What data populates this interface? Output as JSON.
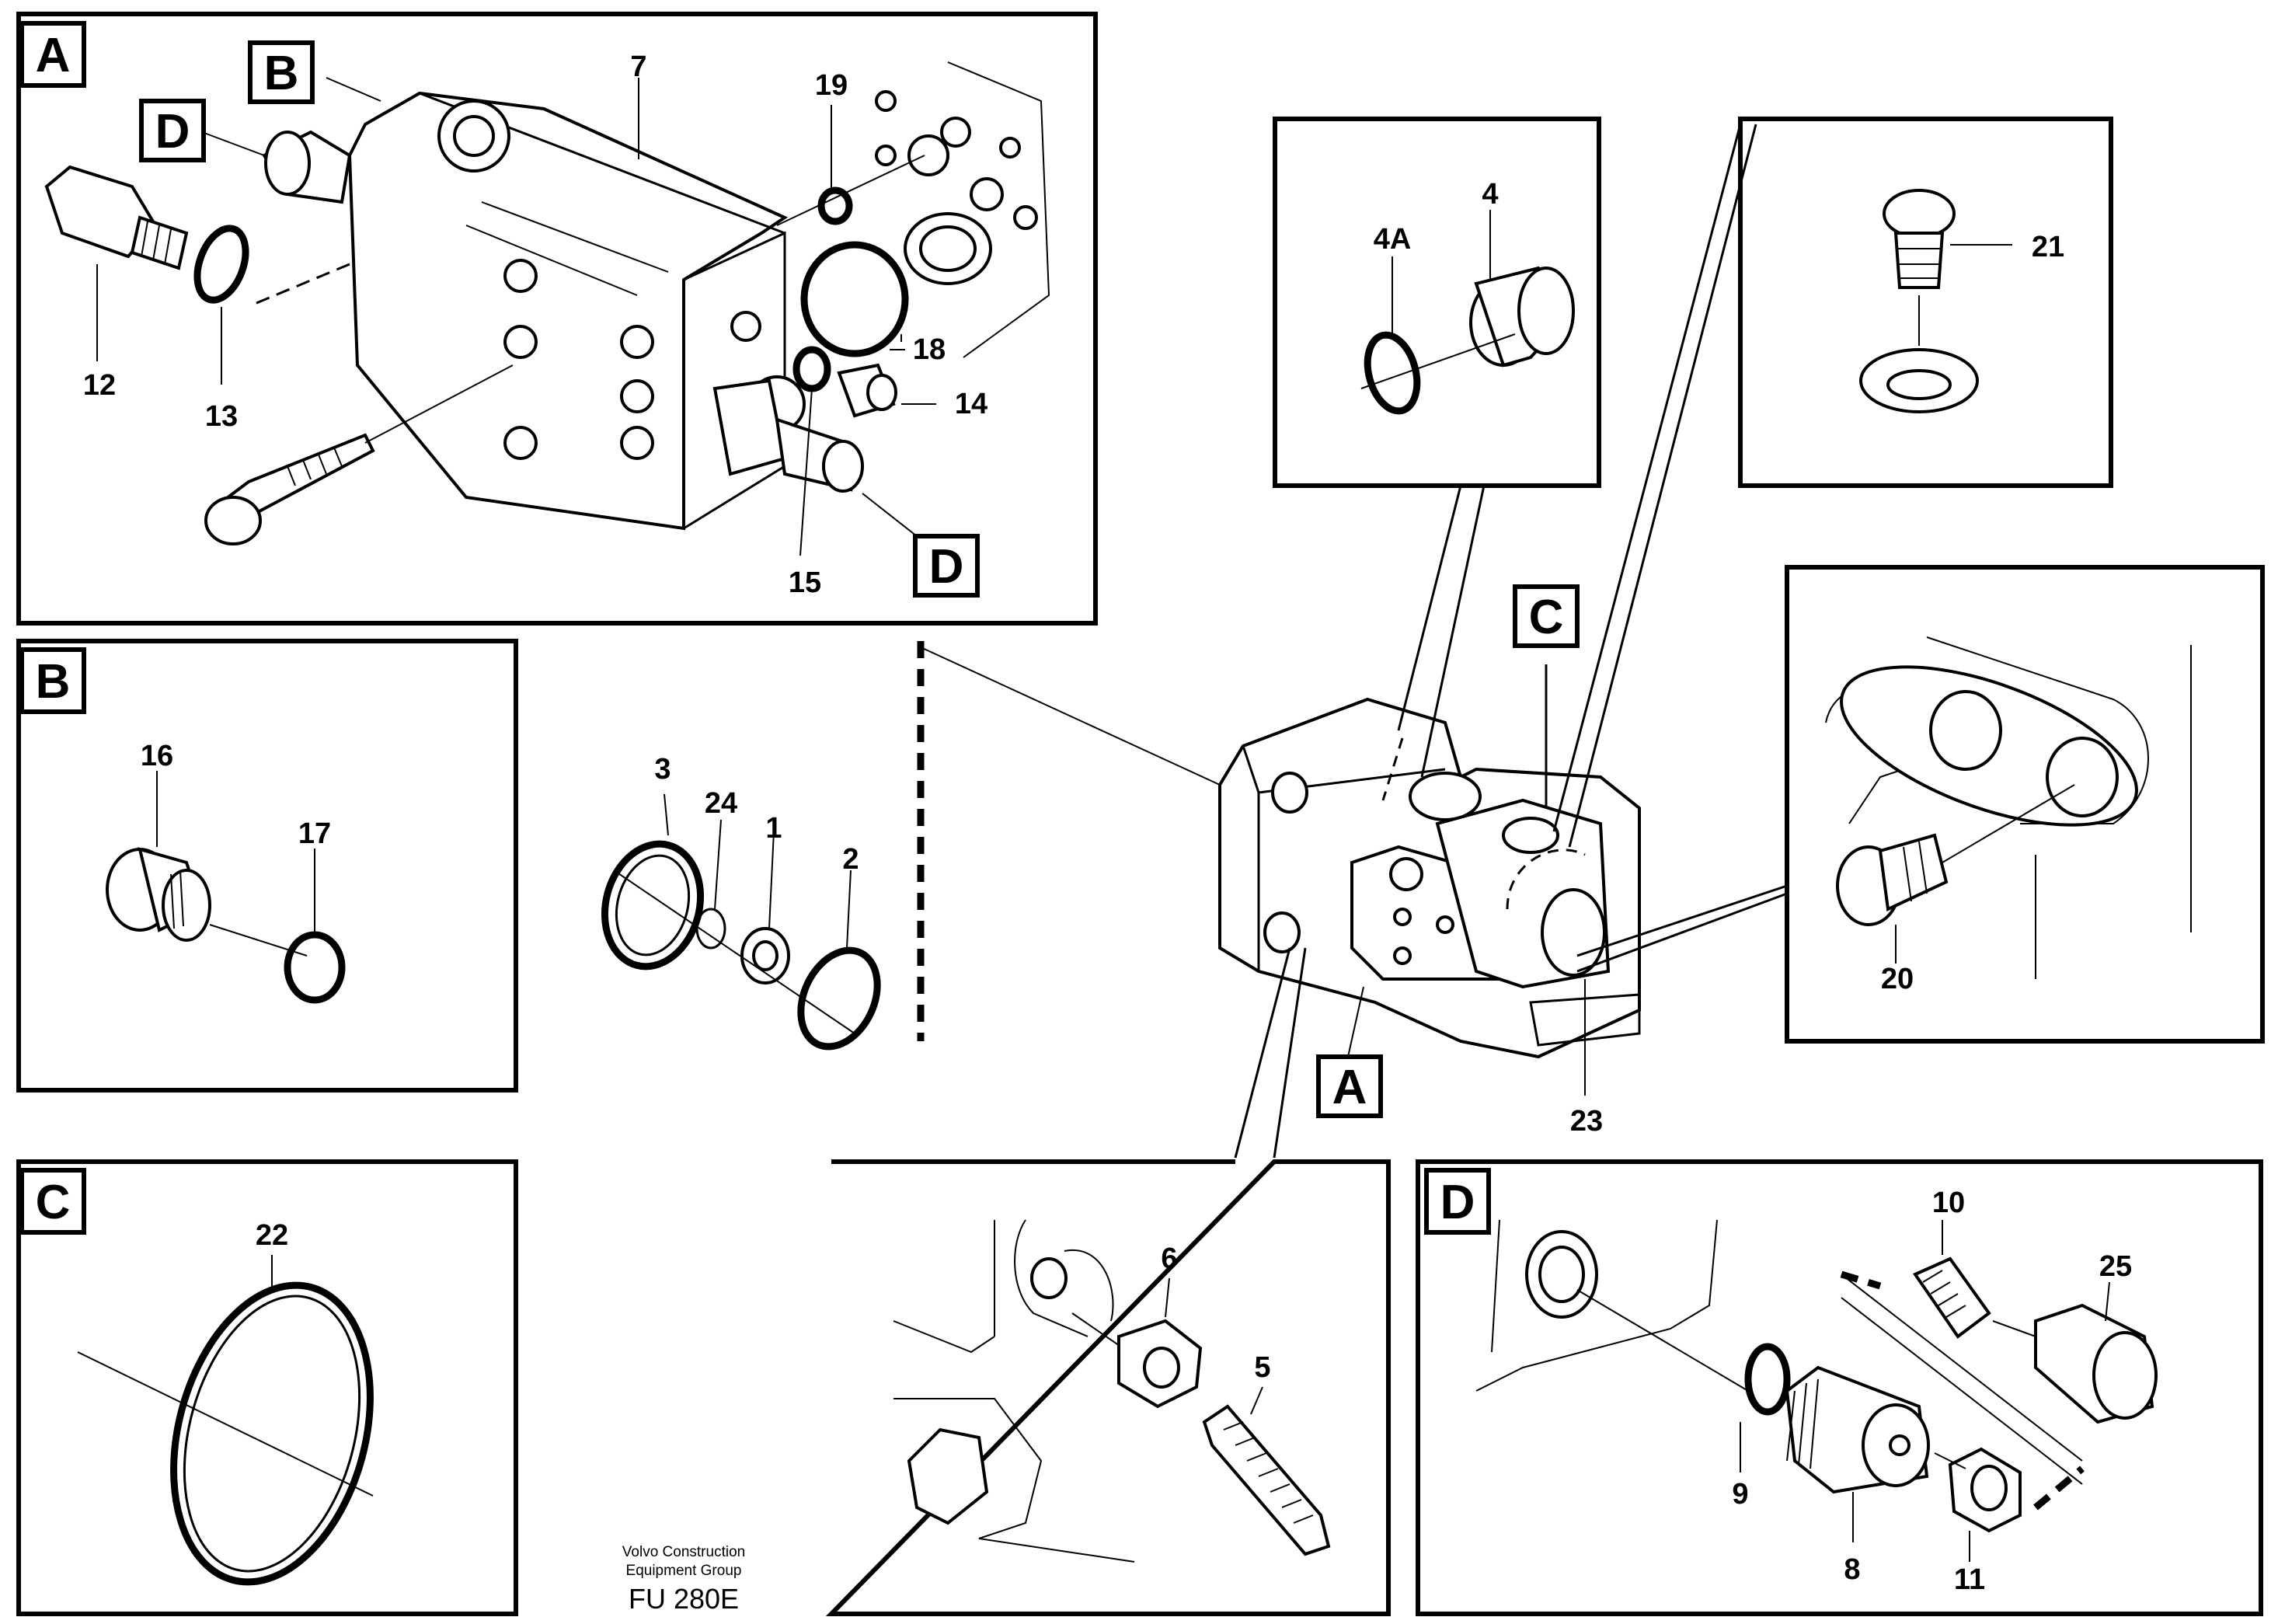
{
  "panels": {
    "A": {
      "tag": "A",
      "callouts": [
        "B",
        "D",
        "D"
      ],
      "parts": [
        "7",
        "19",
        "12",
        "13",
        "18",
        "14",
        "15"
      ]
    },
    "B": {
      "tag": "B",
      "parts": [
        "16",
        "17"
      ]
    },
    "C": {
      "tag": "C",
      "parts": [
        "22"
      ]
    },
    "D": {
      "tag": "D",
      "parts": [
        "10",
        "25",
        "9",
        "8",
        "11"
      ]
    },
    "center": {
      "parts": [
        "3",
        "24",
        "1",
        "2",
        "23"
      ],
      "callouts": [
        "C",
        "A"
      ]
    },
    "plug_4": {
      "parts": [
        "4A",
        "4"
      ]
    },
    "plug_21": {
      "parts": [
        "21"
      ]
    },
    "plug_20": {
      "parts": [
        "20"
      ]
    },
    "detail_6": {
      "parts": [
        "6",
        "5"
      ]
    }
  },
  "footer": {
    "company_line1": "Volvo Construction",
    "company_line2": "Equipment Group",
    "code": "FU 280E"
  }
}
